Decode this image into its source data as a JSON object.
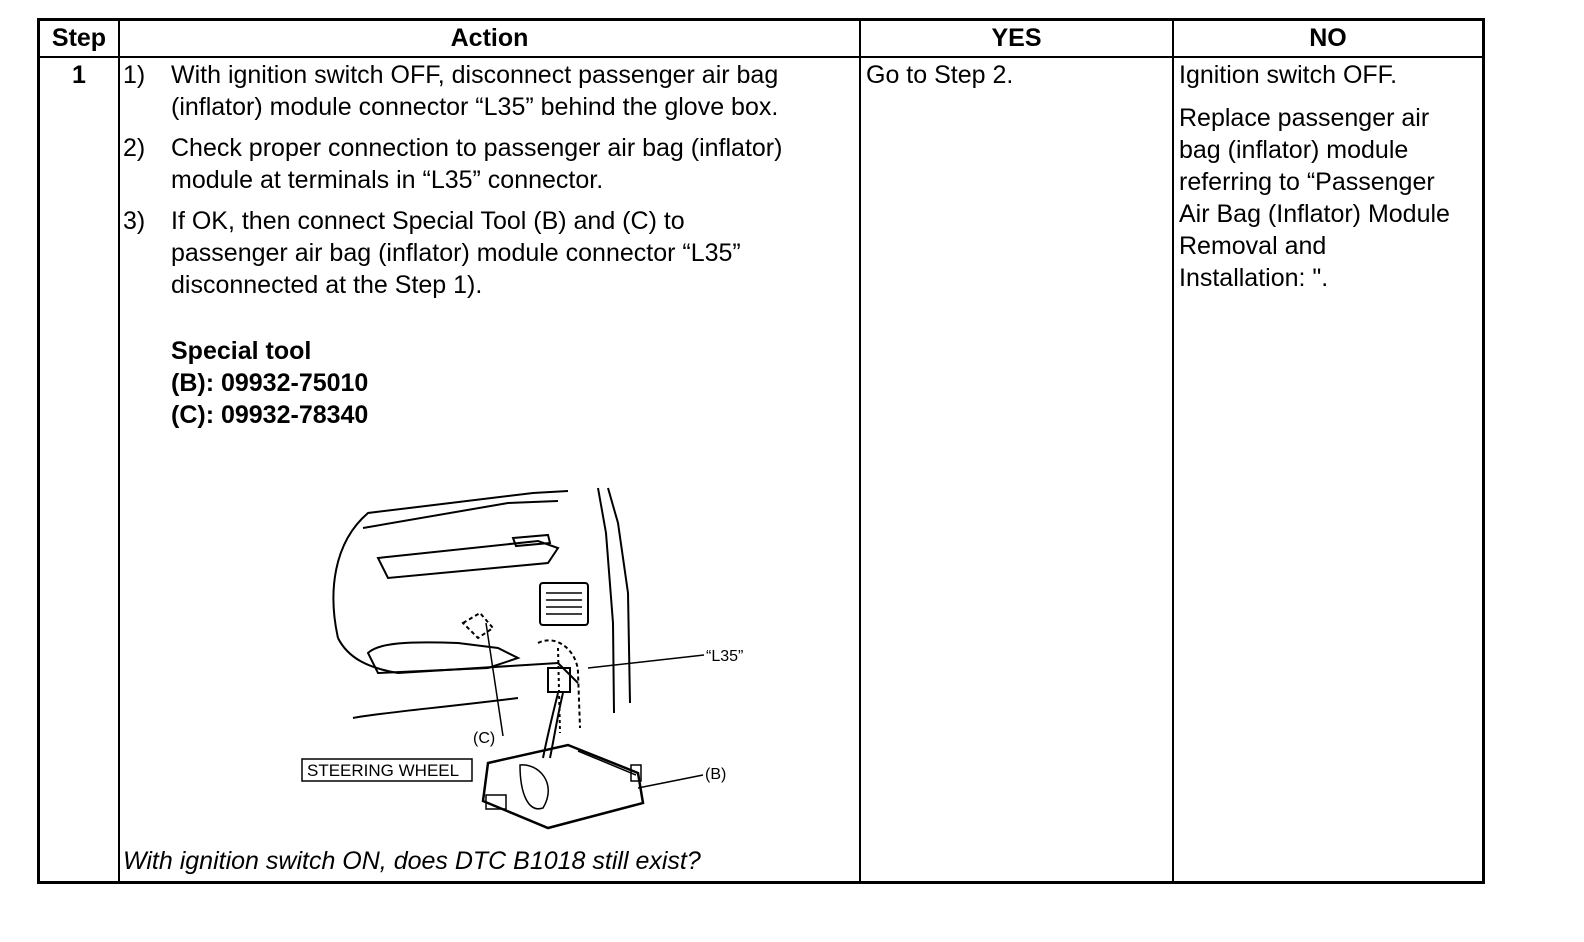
{
  "table": {
    "headers": {
      "step": "Step",
      "action": "Action",
      "yes": "YES",
      "no": "NO"
    },
    "rows": [
      {
        "step": "1",
        "action_items": [
          {
            "num": "1)",
            "text_line1": "With ignition switch OFF, disconnect passenger air bag",
            "text_line2": "(inflator) module connector “L35” behind the glove box."
          },
          {
            "num": "2)",
            "text_line1": "Check proper connection to passenger air bag (inflator)",
            "text_line2": "module at terminals in “L35” connector."
          },
          {
            "num": "3)",
            "text_line1": "If OK, then connect Special Tool (B) and (C) to",
            "text_line2": "passenger air bag (inflator) module connector “L35”",
            "text_line3": "disconnected at the Step 1)."
          }
        ],
        "special_tool": {
          "heading": "Special tool",
          "b": "(B):  09932-75010",
          "c": "(C):  09932-78340"
        },
        "figure_labels": {
          "l35": "“L35”",
          "c": "(C)",
          "b": "(B)",
          "steering_wheel": "STEERING WHEEL"
        },
        "question": "With ignition switch ON, does DTC B1018 still exist?",
        "yes": "Go to Step 2.",
        "no_line1": "Ignition switch OFF.",
        "no_lines": [
          "Replace passenger air",
          "bag (inflator) module",
          "referring to “Passenger",
          "Air Bag (Inflator) Module",
          "Removal and",
          "Installation: \"."
        ]
      }
    ]
  }
}
